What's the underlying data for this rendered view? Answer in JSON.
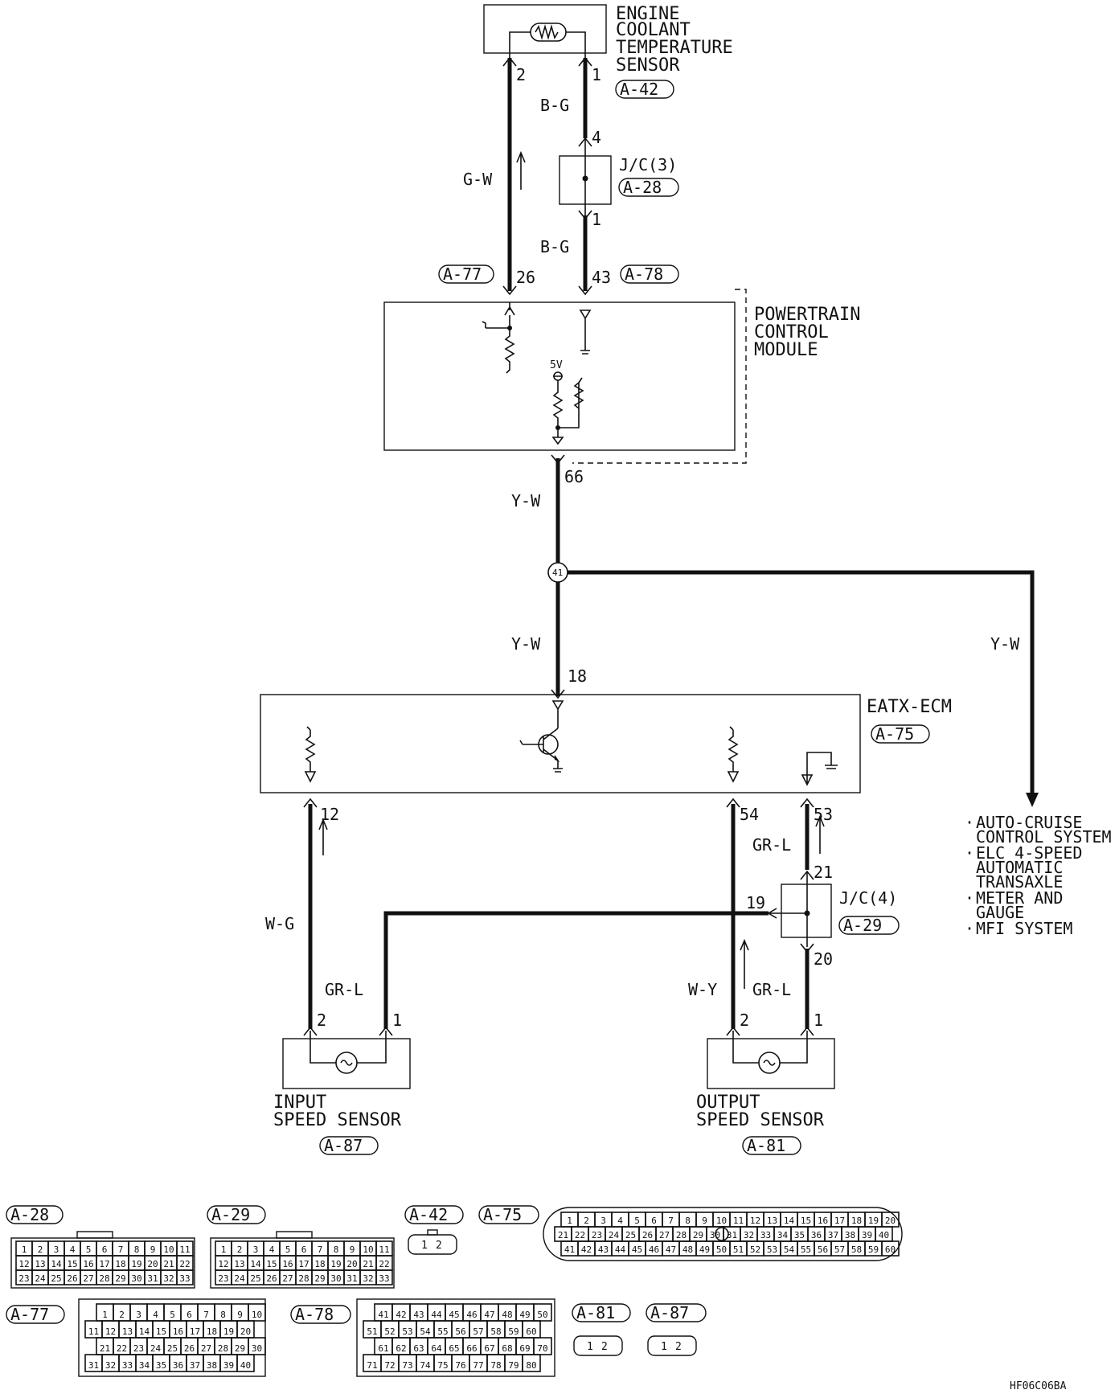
{
  "components": {
    "ect_sensor": {
      "lines": [
        "ENGINE",
        "COOLANT",
        "TEMPERATURE",
        "SENSOR"
      ],
      "connector": "A-42"
    },
    "jc3": {
      "label": "J/C(3)",
      "connector": "A-28"
    },
    "pcm": {
      "lines": [
        "POWERTRAIN",
        "CONTROL",
        "MODULE"
      ],
      "supply": "5V"
    },
    "eatx": {
      "label": "EATX-ECM",
      "connector": "A-75"
    },
    "jc4": {
      "label": "J/C(4)",
      "connector": "A-29"
    },
    "input_sensor": {
      "lines": [
        "INPUT",
        "SPEED SENSOR"
      ],
      "connector": "A-87"
    },
    "output_sensor": {
      "lines": [
        "OUTPUT",
        "SPEED SENSOR"
      ],
      "connector": "A-81"
    }
  },
  "connectors": {
    "pcm_left": "A-77",
    "pcm_right": "A-78"
  },
  "splice": "41",
  "wires": {
    "g_w": "G-W",
    "b_g_top": "B-G",
    "b_g_bottom": "B-G",
    "y_w_top": "Y-W",
    "y_w_mid": "Y-W",
    "y_w_right": "Y-W",
    "w_g": "W-G",
    "gr_l_left": "GR-L",
    "gr_l_upper": "GR-L",
    "gr_l_lower": "GR-L",
    "w_y": "W-Y"
  },
  "pins": {
    "ect_2": "2",
    "ect_1": "1",
    "jc3_4": "4",
    "jc3_1": "1",
    "pcm_26": "26",
    "pcm_43": "43",
    "pcm_66": "66",
    "eatx_18": "18",
    "eatx_12": "12",
    "eatx_54": "54",
    "eatx_53": "53",
    "jc4_21": "21",
    "jc4_19": "19",
    "jc4_20": "20",
    "in_2": "2",
    "in_1": "1",
    "out_2": "2",
    "out_1": "1"
  },
  "destinations": [
    {
      "bullet": "·",
      "lines": [
        "AUTO-CRUISE",
        "CONTROL SYSTEM"
      ]
    },
    {
      "bullet": "·",
      "lines": [
        "ELC 4-SPEED",
        "AUTOMATIC",
        "TRANSAXLE"
      ]
    },
    {
      "bullet": "·",
      "lines": [
        "METER AND",
        "GAUGE"
      ]
    },
    {
      "bullet": "·",
      "lines": [
        "MFI SYSTEM"
      ]
    }
  ],
  "connector_legend": [
    "A-28",
    "A-29",
    "A-42",
    "A-75",
    "A-77",
    "A-78",
    "A-81",
    "A-87"
  ],
  "connector_views": {
    "a28_rows": [
      [
        "1",
        "2",
        "3",
        "4",
        "5",
        "6",
        "7",
        "8",
        "9",
        "10",
        "11"
      ],
      [
        "12",
        "13",
        "14",
        "15",
        "16",
        "17",
        "18",
        "19",
        "20",
        "21",
        "22"
      ],
      [
        "23",
        "24",
        "25",
        "26",
        "27",
        "28",
        "29",
        "30",
        "31",
        "32",
        "33"
      ]
    ],
    "a75_rows": [
      [
        "1",
        "2",
        "3",
        "4",
        "5",
        "6",
        "7",
        "8",
        "9",
        "10",
        "11",
        "12",
        "13",
        "14",
        "15",
        "16",
        "17",
        "18",
        "19",
        "20"
      ],
      [
        "21",
        "22",
        "23",
        "24",
        "25",
        "26",
        "27",
        "28",
        "29",
        "30",
        "31",
        "32",
        "33",
        "34",
        "35",
        "36",
        "37",
        "38",
        "39",
        "40"
      ],
      [
        "41",
        "42",
        "43",
        "44",
        "45",
        "46",
        "47",
        "48",
        "49",
        "50",
        "51",
        "52",
        "53",
        "54",
        "55",
        "56",
        "57",
        "58",
        "59",
        "60"
      ]
    ],
    "a77_rows": [
      [
        "1",
        "2",
        "3",
        "4",
        "5",
        "6",
        "7",
        "8",
        "9",
        "10"
      ],
      [
        "11",
        "12",
        "13",
        "14",
        "15",
        "16",
        "17",
        "18",
        "19",
        "20"
      ],
      [
        "21",
        "22",
        "23",
        "24",
        "25",
        "26",
        "27",
        "28",
        "29",
        "30"
      ],
      [
        "31",
        "32",
        "33",
        "34",
        "35",
        "36",
        "37",
        "38",
        "39",
        "40"
      ]
    ],
    "a78_rows": [
      [
        "41",
        "42",
        "43",
        "44",
        "45",
        "46",
        "47",
        "48",
        "49",
        "50"
      ],
      [
        "51",
        "52",
        "53",
        "54",
        "55",
        "56",
        "57",
        "58",
        "59",
        "60"
      ],
      [
        "61",
        "62",
        "63",
        "64",
        "65",
        "66",
        "67",
        "68",
        "69",
        "70"
      ],
      [
        "71",
        "72",
        "73",
        "74",
        "75",
        "76",
        "77",
        "78",
        "79",
        "80"
      ]
    ],
    "two_pin": [
      "1",
      "2"
    ]
  },
  "figure_code": "HF06C06BA"
}
